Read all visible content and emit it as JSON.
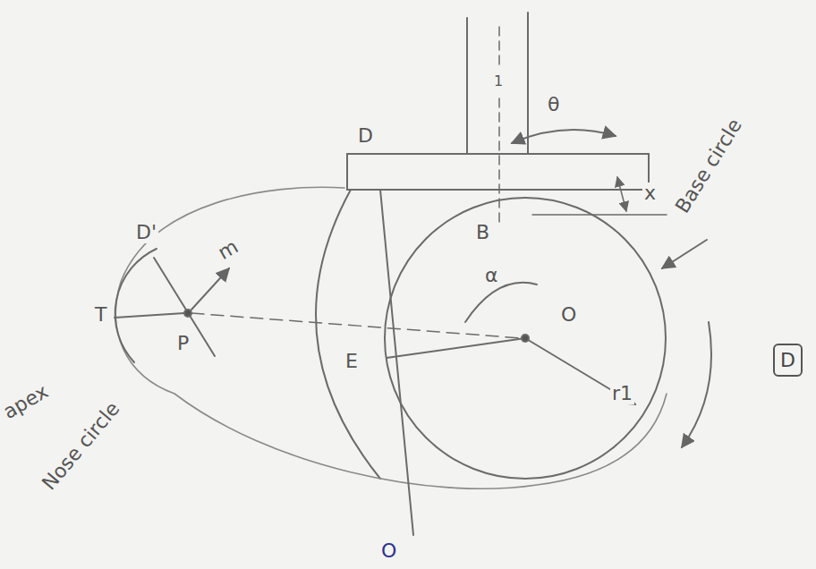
{
  "diagram": {
    "nodes": [
      {
        "text": [
          "D"
        ]
      }
    ],
    "labels": [
      "D",
      "θ",
      "x",
      "Base circle",
      "D'",
      "m",
      "T",
      "P",
      "apex",
      "Nose circle",
      "B",
      "α",
      "O",
      "E",
      "r1",
      "O",
      "1"
    ]
  }
}
